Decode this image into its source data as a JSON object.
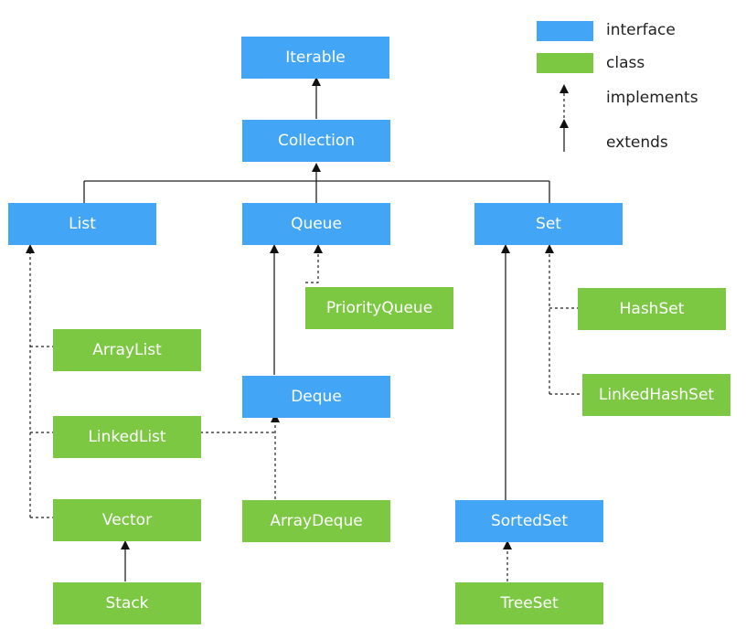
{
  "nodes": {
    "iterable": "Iterable",
    "collection": "Collection",
    "list": "List",
    "queue": "Queue",
    "set": "Set",
    "priorityqueue": "PriorityQueue",
    "arraylist": "ArrayList",
    "linkedlist": "LinkedList",
    "vector": "Vector",
    "stack": "Stack",
    "deque": "Deque",
    "arraydeque": "ArrayDeque",
    "hashset": "HashSet",
    "linkedhashset": "LinkedHashSet",
    "sortedset": "SortedSet",
    "treeset": "TreeSet"
  },
  "legend": {
    "interface": "interface",
    "class": "class",
    "implements": "implements",
    "extends": "extends"
  },
  "colors": {
    "interface": "#42a5f5",
    "class": "#7cc843",
    "line": "#222222"
  }
}
